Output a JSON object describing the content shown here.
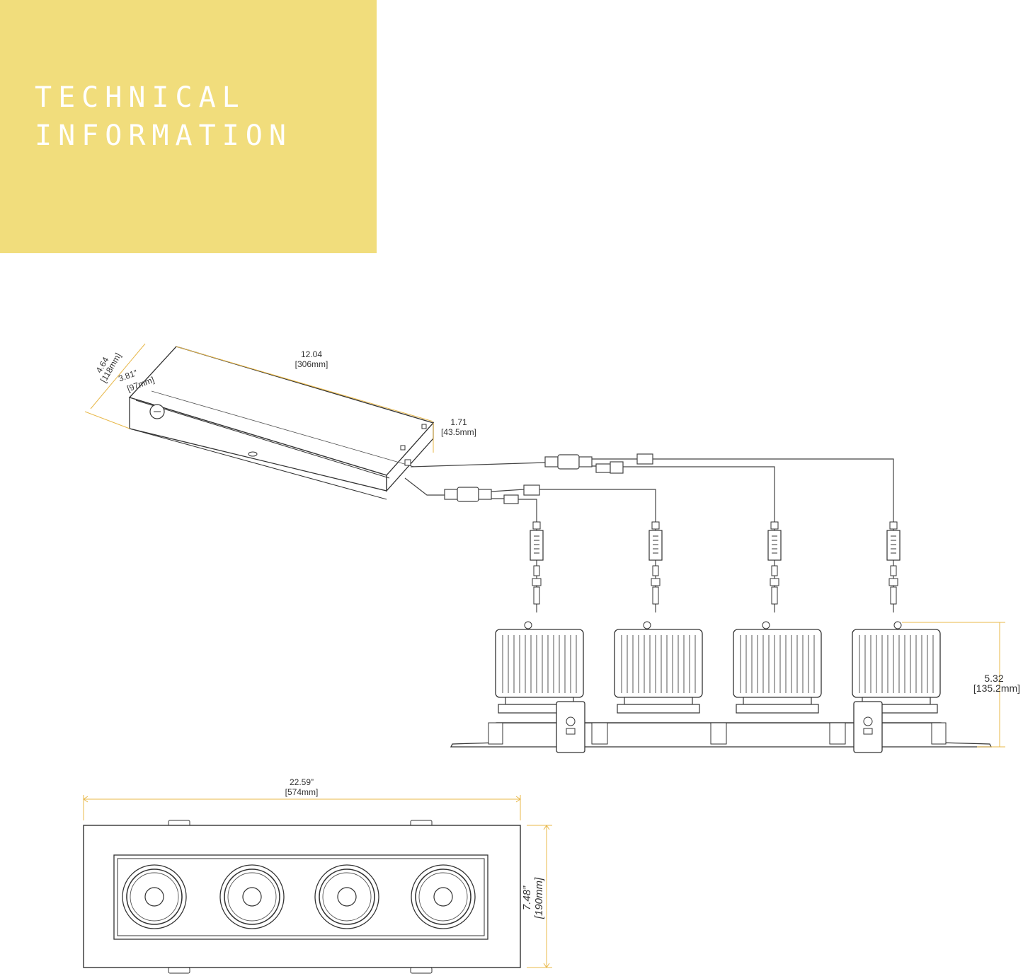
{
  "title": {
    "line1": "TECHNICAL",
    "line2": "INFORMATION"
  },
  "colors": {
    "panel": "#f1dd7c",
    "dimension_line": "#e8b84a",
    "drawing": "#333333"
  },
  "driver_box": {
    "height_in": "4.64",
    "height_mm": "[118mm]",
    "depth_in": "3.81”",
    "depth_mm": "[97mm]",
    "length_in": "12.04",
    "length_mm": "[306mm]",
    "thickness_in": "1.71",
    "thickness_mm": "[43.5mm]"
  },
  "fixture_side": {
    "height_in": "5.32",
    "height_mm": "[135.2mm]"
  },
  "fixture_top": {
    "width_in": "22.59”",
    "width_mm": "[574mm]",
    "depth_in": "7.48”",
    "depth_mm": "[190mm]"
  }
}
